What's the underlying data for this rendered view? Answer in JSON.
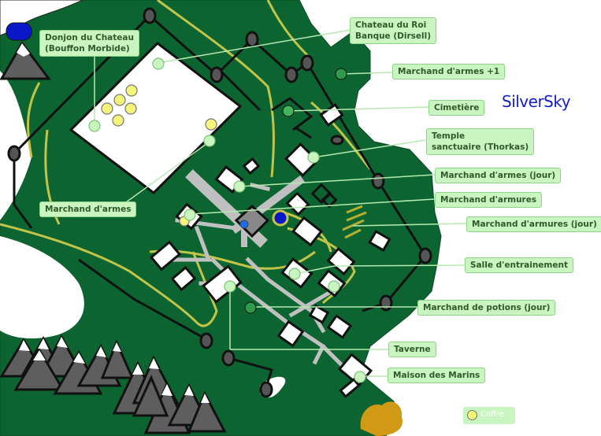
{
  "brand": "SilverSky",
  "legend": {
    "text": "Coffre"
  },
  "colors": {
    "forest": "#0c6530",
    "road": "#c2c44a",
    "street": "#c0c0c0",
    "label_bg": "#c9f5c0",
    "label_text": "#2f5a2a",
    "brand": "#1222c8",
    "chest": "#f5f57a",
    "water": "#0a17c8",
    "sand": "#d19a14"
  },
  "labels": {
    "donjon": [
      "Donjon du Chateau",
      "(Bouffon Morbide)"
    ],
    "chateau_roi": [
      "Chateau du Roi",
      "Banque (Dirsell)"
    ],
    "marchand_armes_plus": "Marchand d'armes +1",
    "cimetiere": "Cimetière",
    "temple": [
      "Temple",
      "sanctuaire (Thorkas)"
    ],
    "marchand_armes_jour": "Marchand d'armes (jour)",
    "marchand_armures": "Marchand d'armures",
    "marchand_armes": "Marchand d'armes",
    "marchand_armures_jour": "Marchand d'armures (jour)",
    "salle_entrainement": "Salle d'entrainement",
    "marchand_potions": "Marchand de potions (jour)",
    "taverne": "Taverne",
    "maison_marins": "Maison des Marins"
  }
}
